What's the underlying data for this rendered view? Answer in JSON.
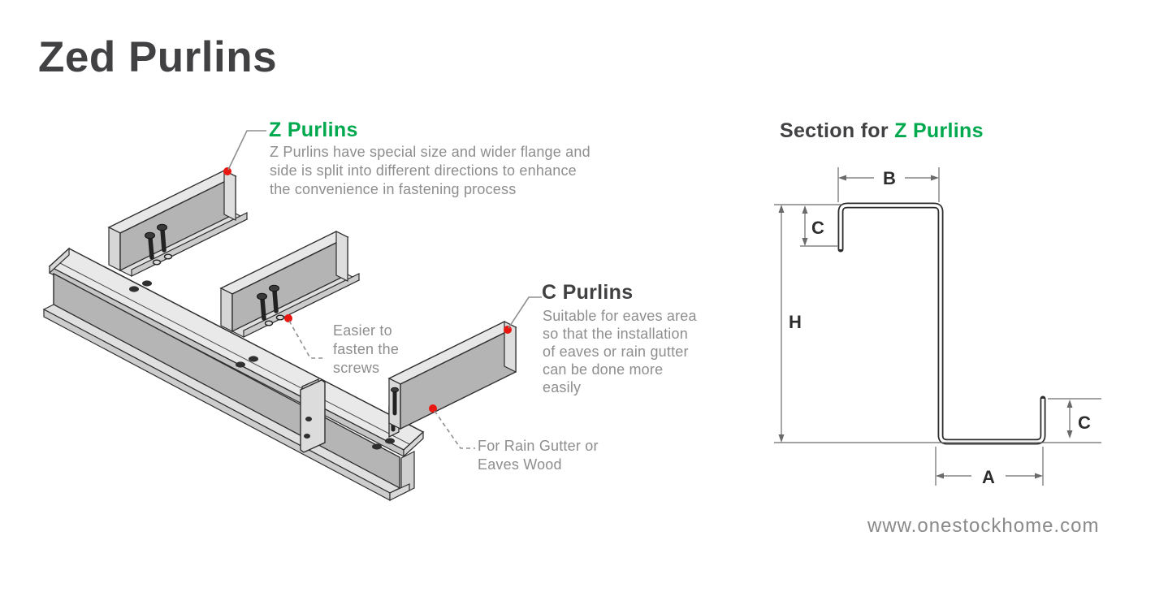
{
  "page": {
    "title": "Zed Purlins",
    "watermark": "www.onestockhome.com"
  },
  "colors": {
    "green_accent": "#00a84e",
    "dark_text": "#414042",
    "gray_text": "#8e8e8e",
    "red_marker": "#ea1610"
  },
  "annotations": {
    "z_purlins": {
      "title": "Z Purlins",
      "description": "Z Purlins have special size and wider flange and\nside is split into different directions to enhance\nthe convenience in fastening process"
    },
    "c_purlins": {
      "title": "C Purlins",
      "description": "Suitable for eaves area\nso that the installation\nof eaves or rain gutter\ncan be done more\neasily"
    },
    "fasten_note": "Easier to\nfasten the\nscrews",
    "rain_gutter_note": "For Rain Gutter or\nEaves Wood"
  },
  "section": {
    "heading_prefix": "Section for ",
    "heading_highlight": "Z Purlins",
    "dims": {
      "width_top": "B",
      "lip_top": "C",
      "height": "H",
      "width_bottom": "A",
      "lip_bottom": "C"
    }
  }
}
